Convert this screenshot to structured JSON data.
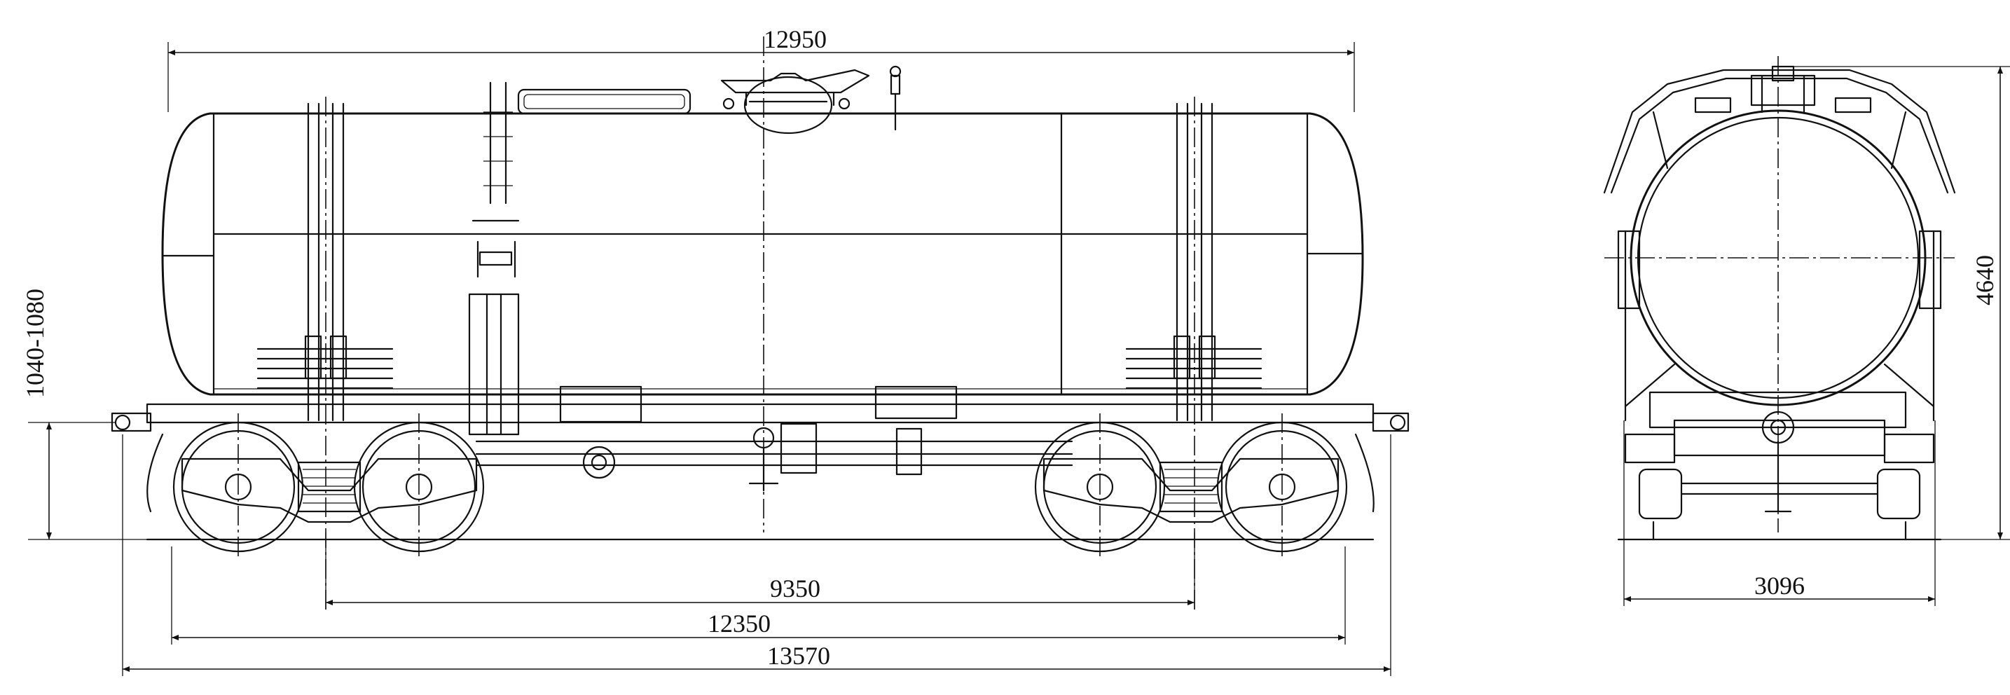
{
  "dimensions": {
    "tank_length": "12950",
    "bogie_centers": "9350",
    "frame_length": "12350",
    "coupler_length": "13570",
    "coupler_height": "1040-1080",
    "overall_height": "4640",
    "overall_width": "3096"
  },
  "colors": {
    "ink": "#111111",
    "paper": "#ffffff"
  }
}
